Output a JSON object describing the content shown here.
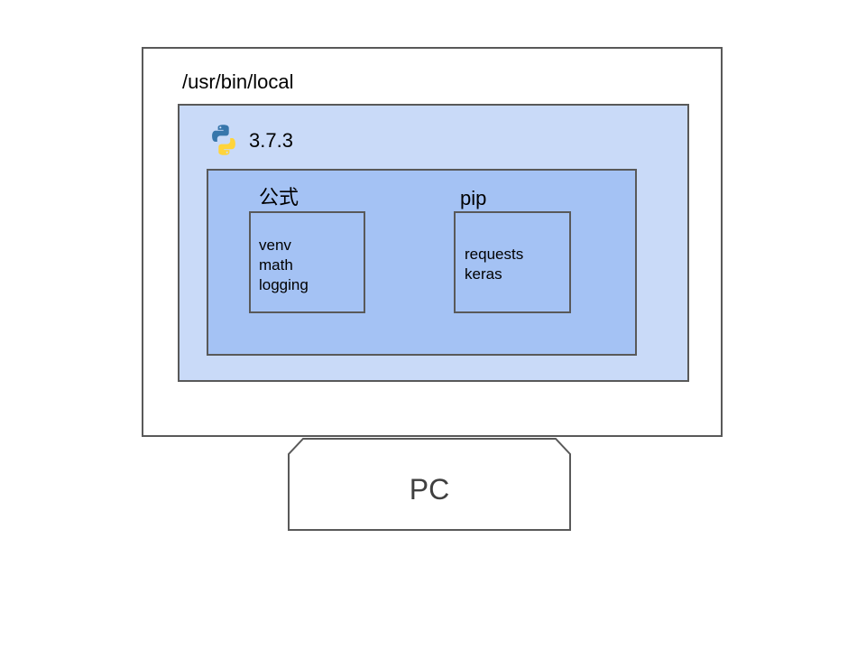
{
  "environment": {
    "path_label": "/usr/bin/local",
    "python": {
      "icon": "python-logo-icon",
      "version": "3.7.3"
    },
    "packages": {
      "official": {
        "title": "公式",
        "items": [
          "venv",
          "math",
          "logging"
        ]
      },
      "pip": {
        "title": "pip",
        "items": [
          "requests",
          "keras"
        ]
      }
    }
  },
  "machine": {
    "label": "PC"
  },
  "colors": {
    "outer_box": "#ffffff",
    "python_box": "#c9daf8",
    "packages_box": "#a4c2f4",
    "border": "#595959",
    "python_blue": "#3776ab",
    "python_yellow": "#ffd43b"
  }
}
